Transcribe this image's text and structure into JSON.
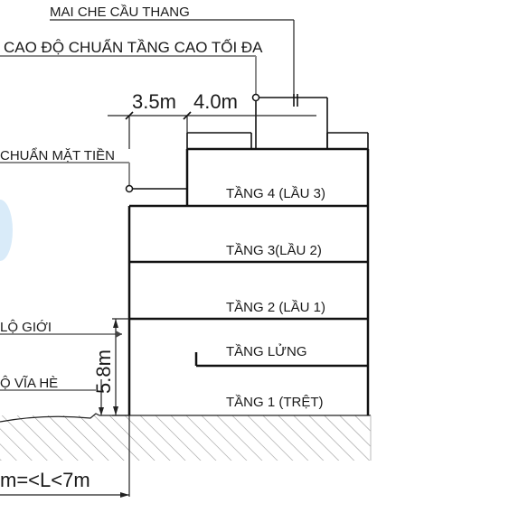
{
  "labels": {
    "roof_stair": "MAI CHE CẦU THANG",
    "max_height": "CAO ĐỘ CHUẨN TẦNG CAO TỐI ĐA",
    "facade_height": "CHUẨN MẶT TIỀN",
    "setback_1": "3.5m",
    "setback_2": "4.0m",
    "floor_4": "TẦNG 4 (LẦU 3)",
    "floor_3": "TẦNG 3(LẦU 2)",
    "floor_2": "TẦNG 2 (LẦU 1)",
    "mezzanine": "TẦNG LỬNG",
    "floor_1": "TẦNG 1 (TRỆT)",
    "boundary": "LỘ GIỚI",
    "sidewalk": "Ộ VĨA HÈ",
    "ground_height": "5.8m",
    "lot_width": "m=<L<7m"
  }
}
